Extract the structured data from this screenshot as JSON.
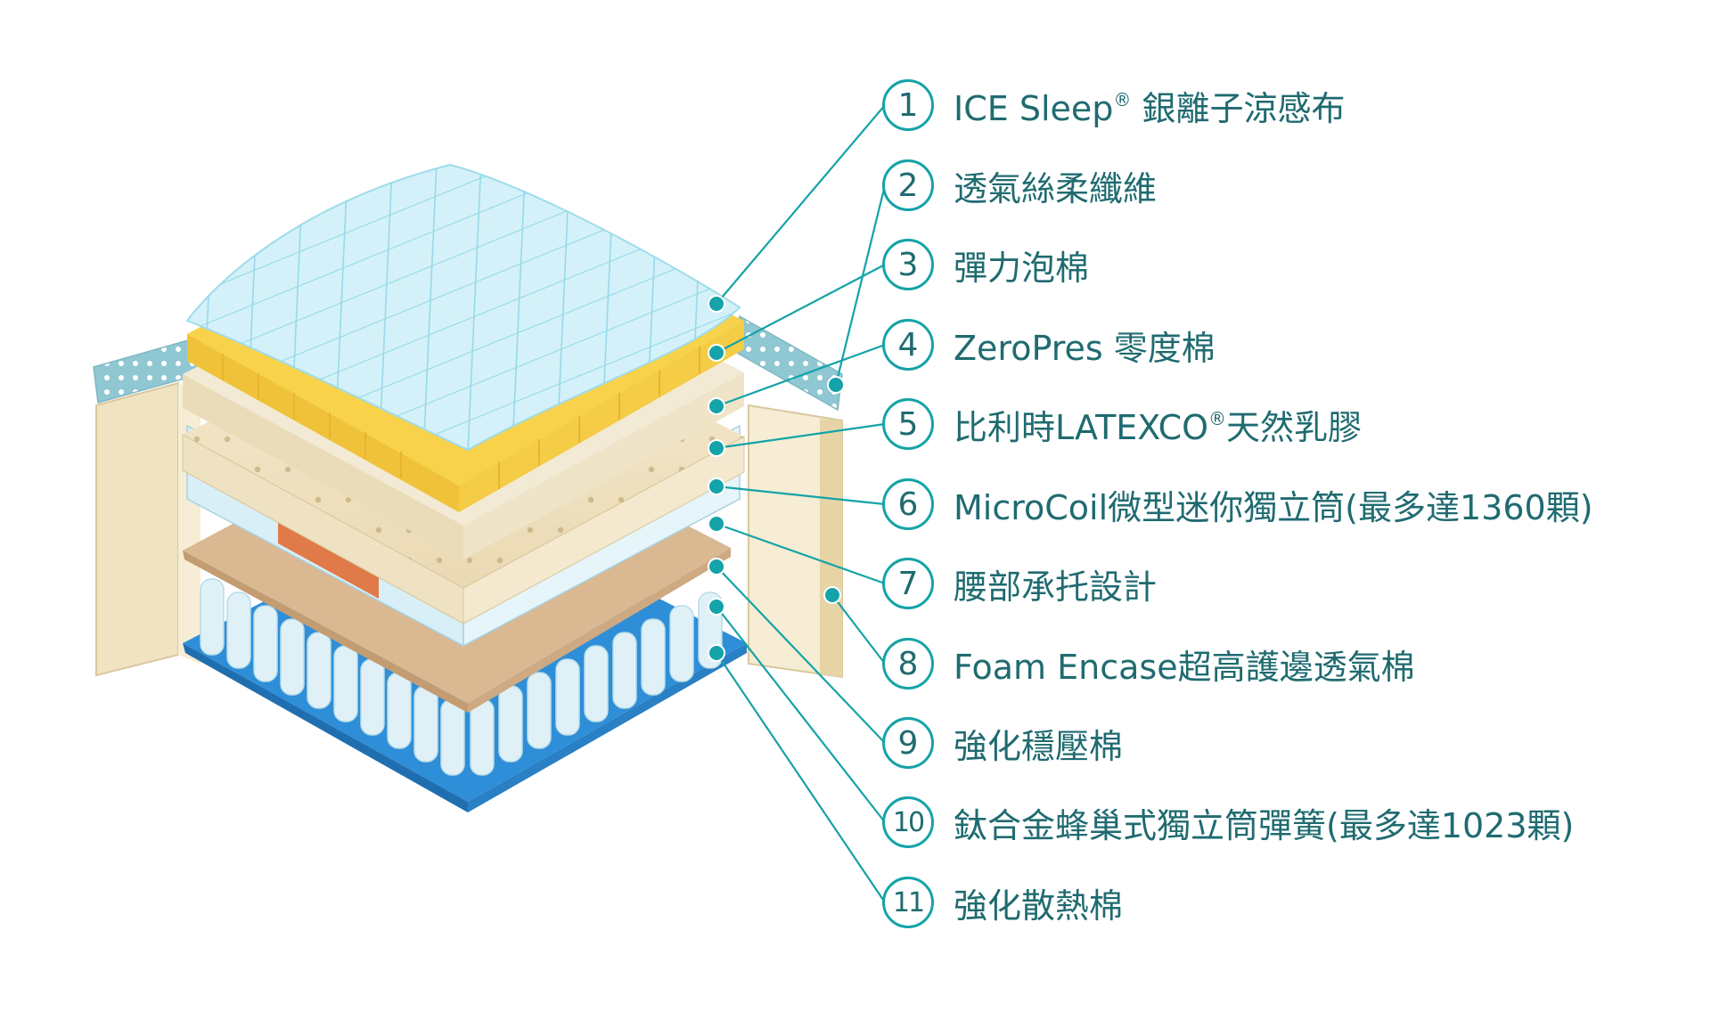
{
  "accent_color": "#14a3a8",
  "text_color": "#1f6b70",
  "layers": [
    {
      "number": "1",
      "label": "ICE Sleep",
      "mark": "®",
      "suffix": " 銀離子涼感布"
    },
    {
      "number": "2",
      "label": "透氣絲柔纖維",
      "mark": "",
      "suffix": ""
    },
    {
      "number": "3",
      "label": "彈力泡棉",
      "mark": "",
      "suffix": ""
    },
    {
      "number": "4",
      "label": "ZeroPres 零度棉",
      "mark": "",
      "suffix": ""
    },
    {
      "number": "5",
      "label": "比利時LATEXCO",
      "mark": "®",
      "suffix": "天然乳膠"
    },
    {
      "number": "6",
      "label": "MicroCoil微型迷你獨立筒(最多達1360顆)",
      "mark": "",
      "suffix": ""
    },
    {
      "number": "7",
      "label": "腰部承托設計",
      "mark": "",
      "suffix": ""
    },
    {
      "number": "8",
      "label": "Foam Encase超高護邊透氣棉",
      "mark": "",
      "suffix": ""
    },
    {
      "number": "9",
      "label": "強化穩壓棉",
      "mark": "",
      "suffix": ""
    },
    {
      "number": "10",
      "label": "鈦合金蜂巢式獨立筒彈簧(最多達1023顆)",
      "mark": "",
      "suffix": ""
    },
    {
      "number": "11",
      "label": "強化散熱棉",
      "mark": "",
      "suffix": ""
    }
  ]
}
